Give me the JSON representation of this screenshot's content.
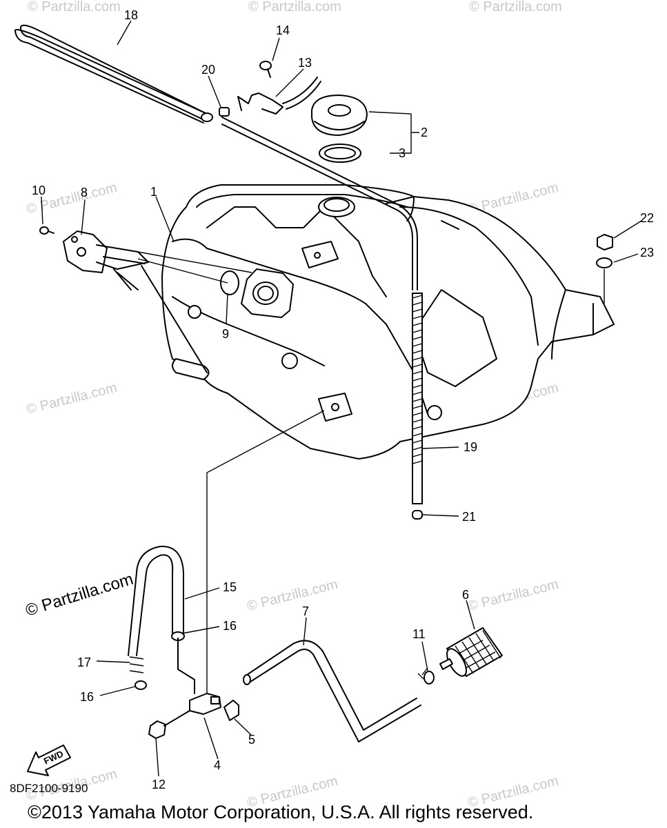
{
  "diagram": {
    "catalog_code": "8DF2100-9190",
    "copyright": "©2013  Yamaha Motor Corporation, U.S.A. All rights reserved.",
    "fwd_arrow_label": "FWD",
    "watermark_text": "© Partzilla.com",
    "callouts": [
      {
        "id": "c1",
        "label": "1"
      },
      {
        "id": "c2",
        "label": "2"
      },
      {
        "id": "c3",
        "label": "3"
      },
      {
        "id": "c4",
        "label": "4"
      },
      {
        "id": "c5",
        "label": "5"
      },
      {
        "id": "c6",
        "label": "6"
      },
      {
        "id": "c7",
        "label": "7"
      },
      {
        "id": "c8",
        "label": "8"
      },
      {
        "id": "c9",
        "label": "9"
      },
      {
        "id": "c10",
        "label": "10"
      },
      {
        "id": "c11",
        "label": "11"
      },
      {
        "id": "c12",
        "label": "12"
      },
      {
        "id": "c13",
        "label": "13"
      },
      {
        "id": "c14",
        "label": "14"
      },
      {
        "id": "c15",
        "label": "15"
      },
      {
        "id": "c16a",
        "label": "16"
      },
      {
        "id": "c16b",
        "label": "16"
      },
      {
        "id": "c17",
        "label": "17"
      },
      {
        "id": "c18",
        "label": "18"
      },
      {
        "id": "c19",
        "label": "19"
      },
      {
        "id": "c20",
        "label": "20"
      },
      {
        "id": "c21",
        "label": "21"
      },
      {
        "id": "c22",
        "label": "22"
      },
      {
        "id": "c23",
        "label": "23"
      }
    ]
  }
}
